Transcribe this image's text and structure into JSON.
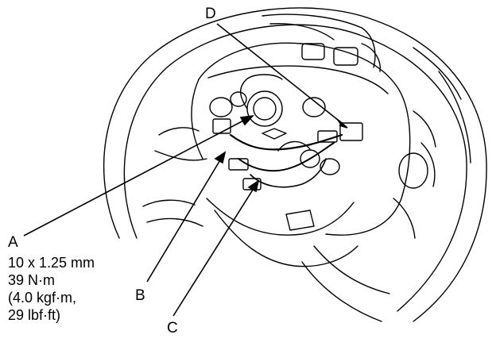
{
  "callouts": {
    "a": "A",
    "b": "B",
    "c": "C",
    "d": "D"
  },
  "spec": {
    "size": "10 x 1.25 mm",
    "torque_nm": "39 N·m",
    "torque_kgf": "(4.0 kgf·m,",
    "torque_lbf": "29 lbf·ft)"
  },
  "colors": {
    "line": "#000000",
    "background": "#ffffff"
  }
}
